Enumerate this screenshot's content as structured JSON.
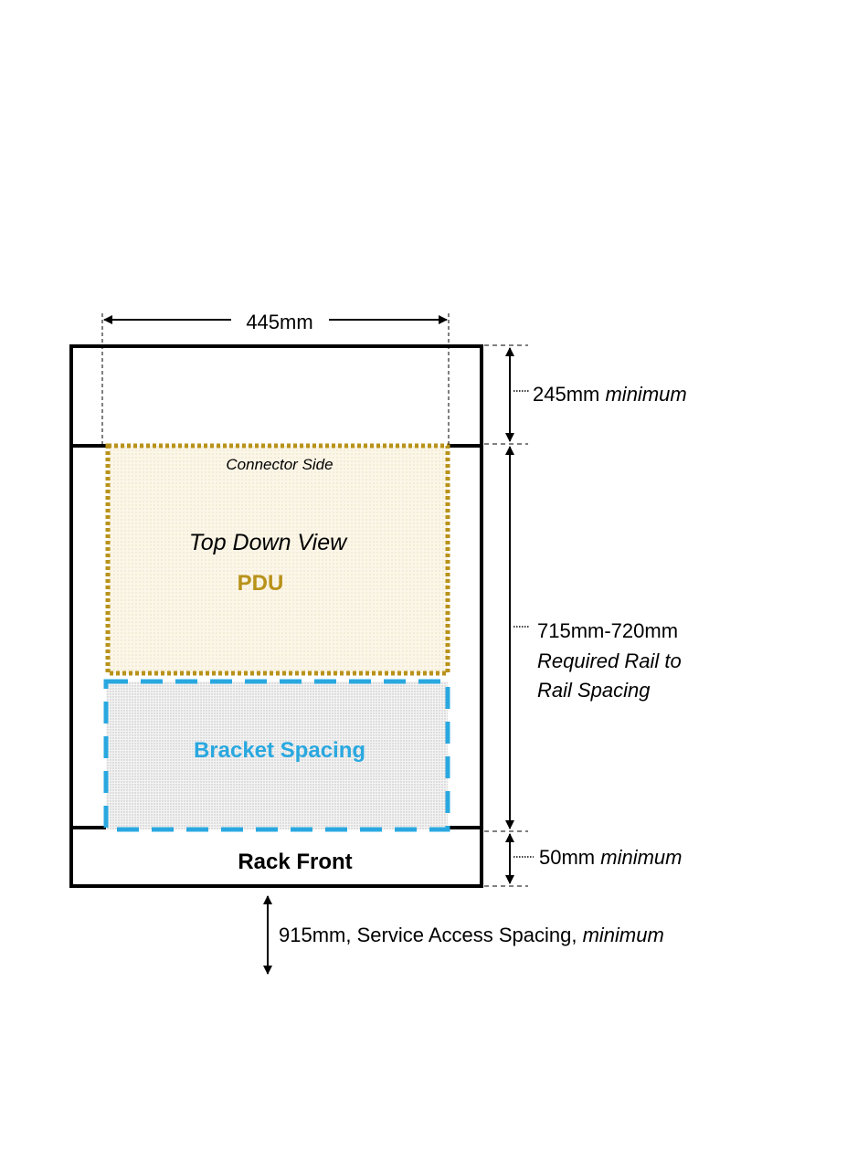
{
  "dimensions": {
    "width_label": "445mm",
    "top_gap_value": "245mm",
    "top_gap_qualifier": "minimum",
    "rail_spacing_value": "715mm-720mm",
    "rail_spacing_line1": "Required Rail to",
    "rail_spacing_line2": "Rail Spacing",
    "bottom_gap_value": "50mm",
    "bottom_gap_qualifier": "minimum",
    "service_value": "915mm, Service Access Spacing, ",
    "service_qualifier": "minimum"
  },
  "pdu": {
    "connector_label": "Connector Side",
    "view_label": "Top Down View",
    "name_label": "PDU"
  },
  "bracket": {
    "label": "Bracket Spacing"
  },
  "rack": {
    "front_label": "Rack Front"
  },
  "colors": {
    "pdu": "#b8921a",
    "bracket": "#29a8e0",
    "outline": "#000000"
  }
}
